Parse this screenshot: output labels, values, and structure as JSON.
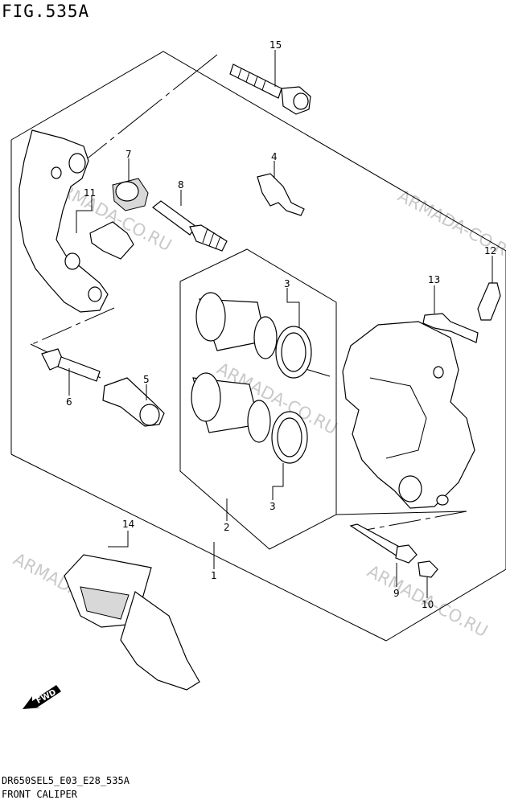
{
  "figure": {
    "title": "FIG.535A"
  },
  "footer": {
    "code": "DR650SEL5_E03_E28_535A",
    "name": "FRONT CALIPER"
  },
  "callouts": [
    "15",
    "7",
    "4",
    "11",
    "8",
    "12",
    "13",
    "3",
    "6",
    "5",
    "2",
    "3",
    "14",
    "1",
    "9",
    "10"
  ],
  "watermark": "ARMADA-CO.RU",
  "fwd_label": "FWD"
}
